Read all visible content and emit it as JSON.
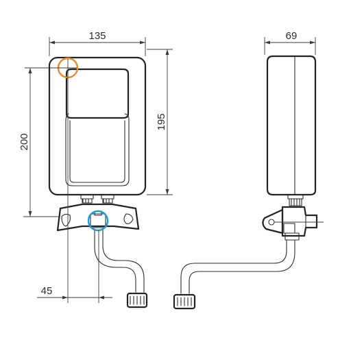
{
  "dimensions": {
    "front_width": "135",
    "front_height": "200",
    "front_body_height": "195",
    "spout_offset": "45",
    "side_depth": "69"
  },
  "highlights": {
    "mounting_point_color": "#E8892A",
    "connection_point_color": "#1B9AD6"
  }
}
